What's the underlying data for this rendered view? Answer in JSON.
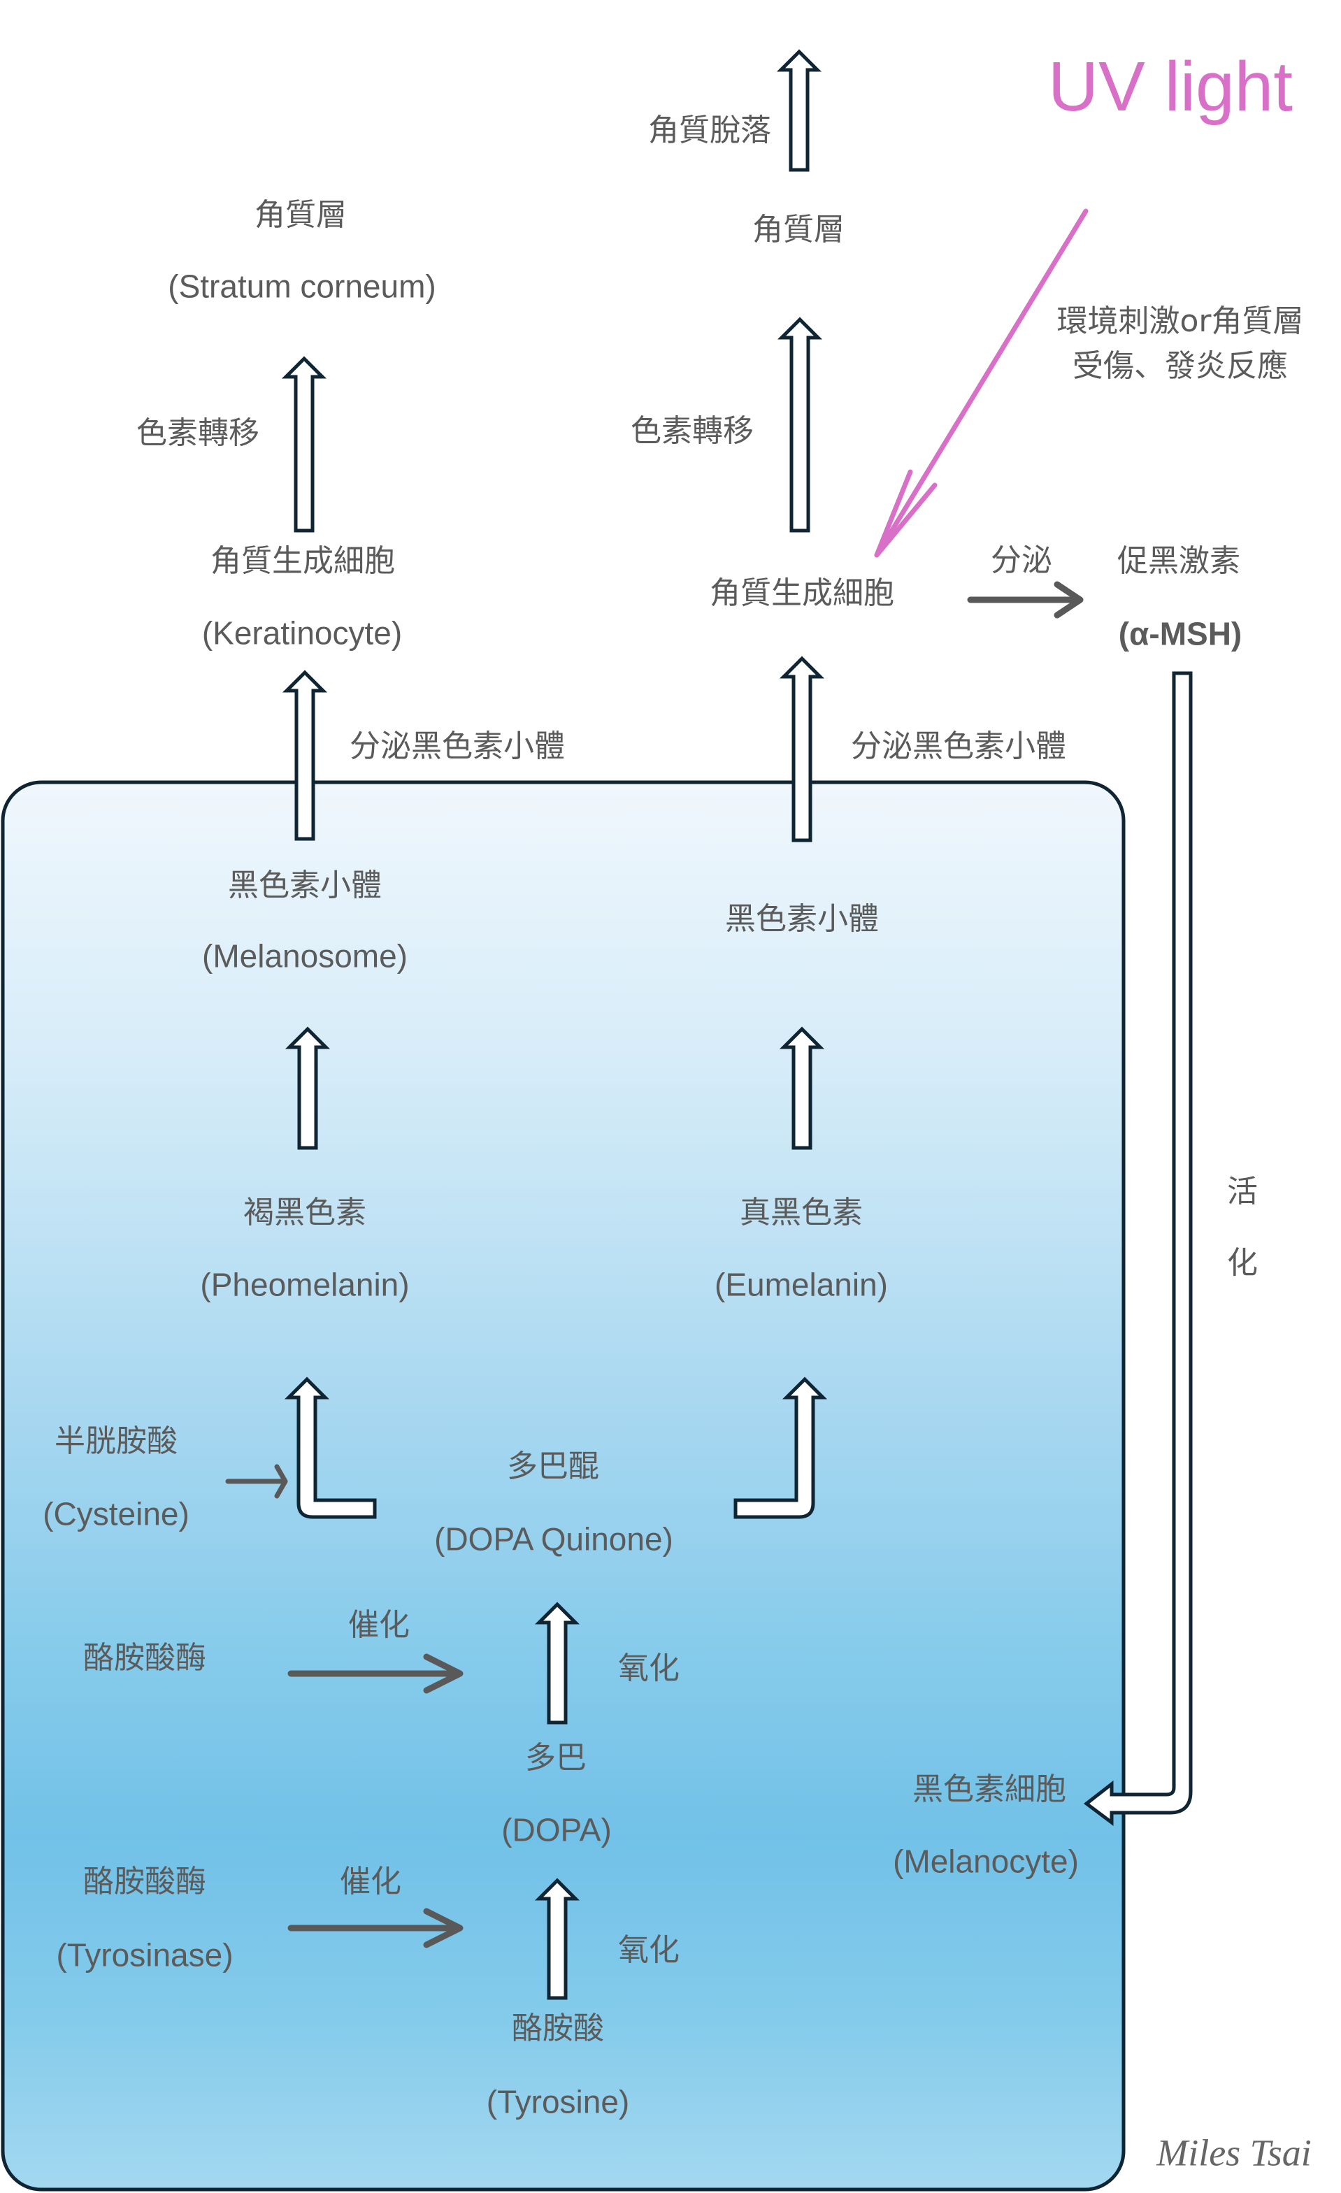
{
  "uv": {
    "title": "UV light",
    "cause_line1": "環境刺激or角質層",
    "cause_line2": "受傷、發炎反應"
  },
  "left_column": {
    "stratum_corneum": {
      "zh": "角質層",
      "en": "(Stratum corneum)"
    },
    "pigment_transfer": "色素轉移",
    "keratinocyte": {
      "zh": "角質生成細胞",
      "en": "(Keratinocyte)"
    },
    "secrete_melanosome": "分泌黑色素小體",
    "melanosome": {
      "zh": "黑色素小體",
      "en": "(Melanosome)"
    },
    "pheomelanin": {
      "zh": "褐黑色素",
      "en": "(Pheomelanin)"
    },
    "cysteine": {
      "zh": "半胱胺酸",
      "en": "(Cysteine)"
    }
  },
  "right_column": {
    "desquamation": "角質脫落",
    "stratum_corneum": "角質層",
    "pigment_transfer": "色素轉移",
    "keratinocyte": "角質生成細胞",
    "secrete_melanosome": "分泌黑色素小體",
    "melanosome": "黑色素小體",
    "eumelanin": {
      "zh": "真黑色素",
      "en": "(Eumelanin)"
    }
  },
  "center_column": {
    "dopa_quinone": {
      "zh": "多巴醌",
      "en": "(DOPA Quinone)"
    },
    "oxidation_upper": "氧化",
    "dopa": {
      "zh": "多巴",
      "en": "(DOPA)"
    },
    "oxidation_lower": "氧化",
    "tyrosine": {
      "zh": "酪胺酸",
      "en": "(Tyrosine)"
    }
  },
  "enzymes": {
    "upper": {
      "zh": "酪胺酸酶",
      "action": "催化"
    },
    "lower": {
      "zh": "酪胺酸酶",
      "en": "(Tyrosinase)",
      "action": "催化"
    }
  },
  "hormone": {
    "secrete": "分泌",
    "zh": "促黑激素",
    "en": "(α-MSH)",
    "activate_1": "活",
    "activate_2": "化"
  },
  "melanocyte": {
    "zh": "黑色素細胞",
    "en": "(Melanocyte)"
  },
  "signature": "Miles Tsai",
  "colors": {
    "text": "#5b5b5b",
    "uv_pink": "#d870c8",
    "arrow_outline": "#0f2533",
    "process_arrow": "#595959",
    "box_top": "#f0f7fd",
    "box_mid": "#72c1e8",
    "box_bottom": "#a4d8f0"
  }
}
